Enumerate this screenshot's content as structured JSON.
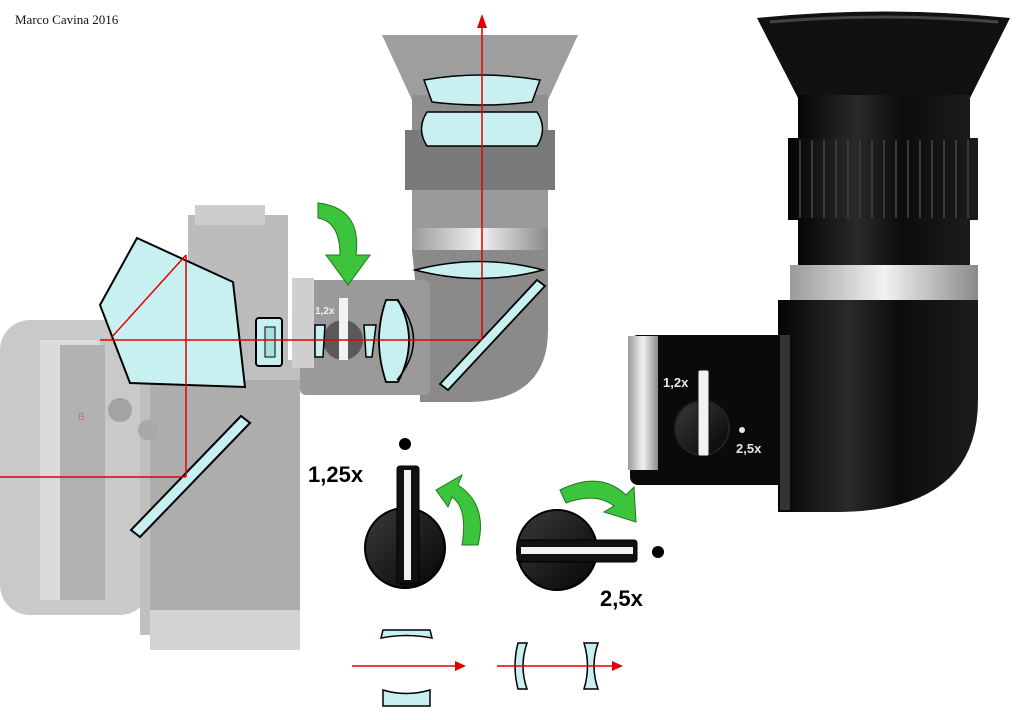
{
  "credit": "Marco Cavina 2016",
  "labels": {
    "mag_low": "1,25x",
    "mag_high": "2,5x",
    "dial_low": "1,2x",
    "dial_high": "2,5x"
  },
  "colors": {
    "optics": "#c8f0f0",
    "optical_axis": "#e30000",
    "arrow_green": "#3cc43c",
    "body_black": "#0d0d0d"
  }
}
